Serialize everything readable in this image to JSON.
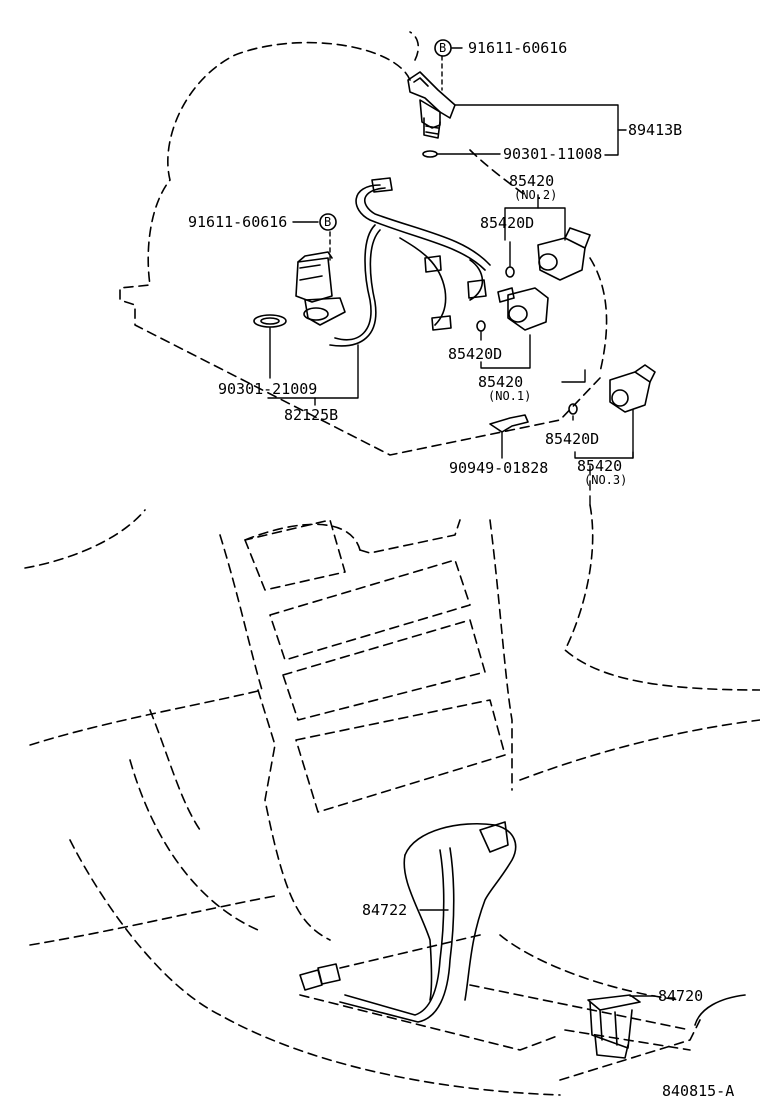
{
  "labels": {
    "bolt_upper": "91611-60616",
    "sensor_assy": "89413B",
    "oring_upper": "90301-11008",
    "sol_no2_num": "85420",
    "sol_no2_tag": "(NO.2)",
    "oring_no2": "85420D",
    "bolt_left": "91611-60616",
    "oring_no1": "85420D",
    "sol_no1_num": "85420",
    "sol_no1_tag": "(NO.1)",
    "oring_left": "90301-21009",
    "sensor_left": "82125B",
    "clip": "90949-01828",
    "oring_no3": "85420D",
    "sol_no3_num": "85420",
    "sol_no3_tag": "(NO.3)",
    "shift_wire": "84722",
    "switch": "84720",
    "ref_code": "840815-A"
  },
  "markers": {
    "bolt_marker": "B"
  }
}
